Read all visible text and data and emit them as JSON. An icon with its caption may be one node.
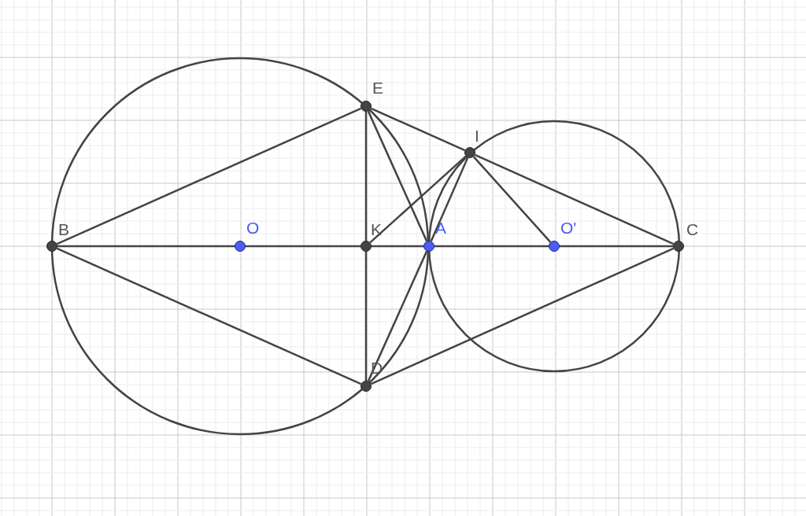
{
  "diagram": {
    "nodes": [
      {
        "text": [
          "B"
        ]
      },
      {
        "text": [
          "O"
        ]
      },
      {
        "text": [
          "K"
        ]
      },
      {
        "text": [
          "A"
        ]
      },
      {
        "text": [
          "O'"
        ]
      },
      {
        "text": [
          "C"
        ]
      },
      {
        "text": [
          "E"
        ]
      },
      {
        "text": [
          "I"
        ]
      },
      {
        "text": [
          "D"
        ]
      }
    ],
    "edges": [
      {
        "from": 0,
        "to": 1,
        "arrow": "none"
      },
      {
        "from": 1,
        "to": 2,
        "arrow": "none"
      },
      {
        "from": 2,
        "to": 3,
        "arrow": "none"
      },
      {
        "from": 3,
        "to": 4,
        "arrow": "none"
      },
      {
        "from": 4,
        "to": 5,
        "arrow": "none"
      },
      {
        "from": 6,
        "to": 2,
        "arrow": "none"
      },
      {
        "from": 2,
        "to": 8,
        "arrow": "none"
      },
      {
        "from": 0,
        "to": 6,
        "arrow": "none"
      },
      {
        "from": 6,
        "to": 7,
        "arrow": "none"
      },
      {
        "from": 7,
        "to": 5,
        "arrow": "none"
      },
      {
        "from": 0,
        "to": 8,
        "arrow": "none"
      },
      {
        "from": 8,
        "to": 5,
        "arrow": "none"
      },
      {
        "from": 6,
        "to": 3,
        "arrow": "none"
      },
      {
        "from": 8,
        "to": 3,
        "arrow": "none"
      },
      {
        "from": 3,
        "to": 7,
        "arrow": "none"
      },
      {
        "from": 2,
        "to": 7,
        "arrow": "none"
      },
      {
        "from": 7,
        "to": 4,
        "arrow": "none"
      }
    ]
  }
}
